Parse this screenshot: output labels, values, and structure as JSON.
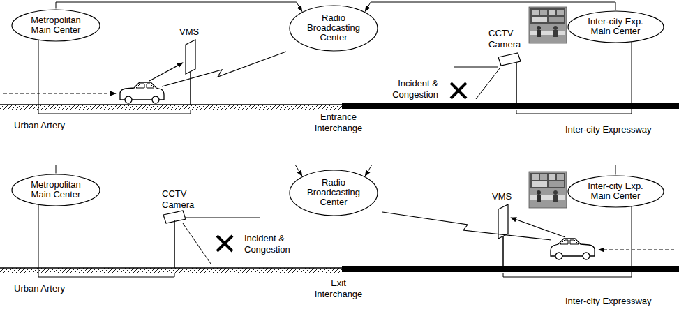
{
  "diagram": {
    "nodes": [
      {
        "text": [
          "Metropolitan Main Center"
        ]
      },
      {
        "text": [
          "Radio Broadcasting Center"
        ]
      },
      {
        "text": [
          "Inter-city Exp. Main Center"
        ]
      },
      {
        "text": [
          "Metropolitan Main Center"
        ]
      },
      {
        "text": [
          "Radio Broadcasting Center"
        ]
      },
      {
        "text": [
          "Inter-city Exp. Main Center"
        ]
      }
    ],
    "edges": [
      {
        "from": 0,
        "to": 1,
        "arrow": "to"
      },
      {
        "from": 2,
        "to": 1,
        "arrow": "to"
      },
      {
        "from": 3,
        "to": 4,
        "arrow": "to"
      },
      {
        "from": 5,
        "to": 4,
        "arrow": "to"
      }
    ],
    "labels": [
      "VMS",
      "CCTV Camera",
      "Incident & Congestion",
      "Urban Artery",
      "Entrance Interchange",
      "Inter-city Expressway",
      "CCTV Camera",
      "Incident & Congestion",
      "VMS",
      "Urban Artery",
      "Exit Interchange",
      "Inter-city Expressway"
    ]
  }
}
